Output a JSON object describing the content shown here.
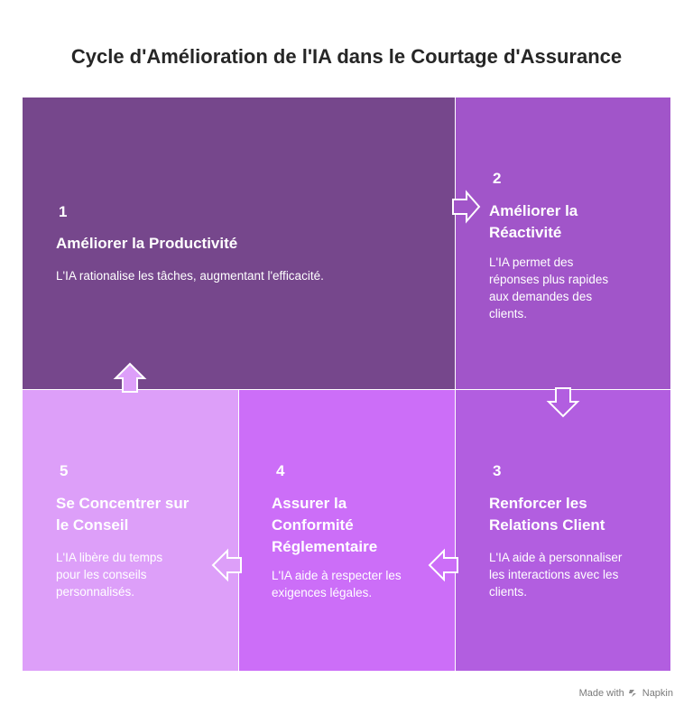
{
  "title": "Cycle d'Amélioration de l'IA dans le Courtage d'Assurance",
  "steps": [
    {
      "number": "1",
      "heading": "Améliorer la Productivité",
      "description": "L'IA rationalise les tâches, augmentant l'efficacité.",
      "color": "#76478c"
    },
    {
      "number": "2",
      "heading_lines": [
        "Améliorer la",
        "Réactivité"
      ],
      "description_lines": [
        "L'IA permet des",
        "réponses plus rapides",
        "aux demandes des",
        "clients."
      ],
      "color": "#a155c9"
    },
    {
      "number": "3",
      "heading_lines": [
        "Renforcer les",
        "Relations Client"
      ],
      "description_lines": [
        "L'IA aide à personnaliser",
        "les interactions avec les",
        "clients."
      ],
      "color": "#b25ee0"
    },
    {
      "number": "4",
      "heading_lines": [
        "Assurer la",
        "Conformité",
        "Réglementaire"
      ],
      "description_lines": [
        "L'IA aide à respecter les",
        "exigences légales."
      ],
      "color": "#cc6ef8"
    },
    {
      "number": "5",
      "heading_lines": [
        "Se Concentrer sur",
        "le Conseil"
      ],
      "description_lines": [
        "L'IA libère du temps",
        "pour les conseils",
        "personnalisés."
      ],
      "color": "#dd9ff9"
    }
  ],
  "footer": {
    "made_with": "Made with",
    "brand": "Napkin"
  }
}
